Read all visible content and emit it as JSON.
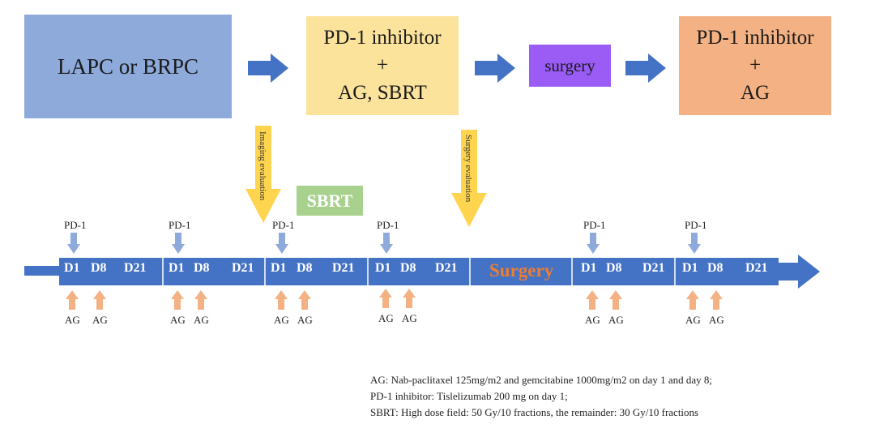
{
  "flow": {
    "box1": "LAPC or BRPC",
    "box2": [
      "PD-1 inhibitor",
      "+",
      "AG, SBRT"
    ],
    "box3": "surgery",
    "box4": [
      "PD-1 inhibitor",
      "+",
      "AG"
    ]
  },
  "evaluations": {
    "imaging": "Imaging evaluation",
    "surgery": "Surgery evaluation"
  },
  "sbrt_badge": "SBRT",
  "timeline": {
    "surgery": "Surgery",
    "cycles": [
      {
        "days": [
          "D1",
          "D8",
          "D21"
        ]
      },
      {
        "days": [
          "D1",
          "D8",
          "D21"
        ]
      },
      {
        "days": [
          "D1",
          "D8",
          "D21"
        ]
      },
      {
        "days": [
          "D1",
          "D8",
          "D21"
        ]
      },
      {
        "days": [
          "D1",
          "D8",
          "D21"
        ]
      },
      {
        "days": [
          "D1",
          "D8",
          "D21"
        ]
      }
    ],
    "pd1_label": "PD-1",
    "ag_label": "AG"
  },
  "legend": [
    "AG: Nab-paclitaxel 125mg/m2 and gemcitabine 1000mg/m2 on day 1 and day 8;",
    "PD-1 inhibitor: Tislelizumab 200 mg on day 1;",
    "SBRT: High dose field: 50 Gy/10 fractions, the remainder: 30 Gy/10 fractions"
  ],
  "colors": {
    "box1": "#8eaadb",
    "box2": "#fbe39b",
    "box3": "#9b5cf6",
    "box4": "#f4b183",
    "flow_arrow": "#4472c4",
    "eval_arrow": "#ffd54f",
    "sbrt_badge": "#a9d18e",
    "timeline_bar": "#4472c4",
    "pd1_arrow": "#8eaadb",
    "ag_arrow": "#f4b183",
    "surgery_text": "#ed7d31"
  }
}
